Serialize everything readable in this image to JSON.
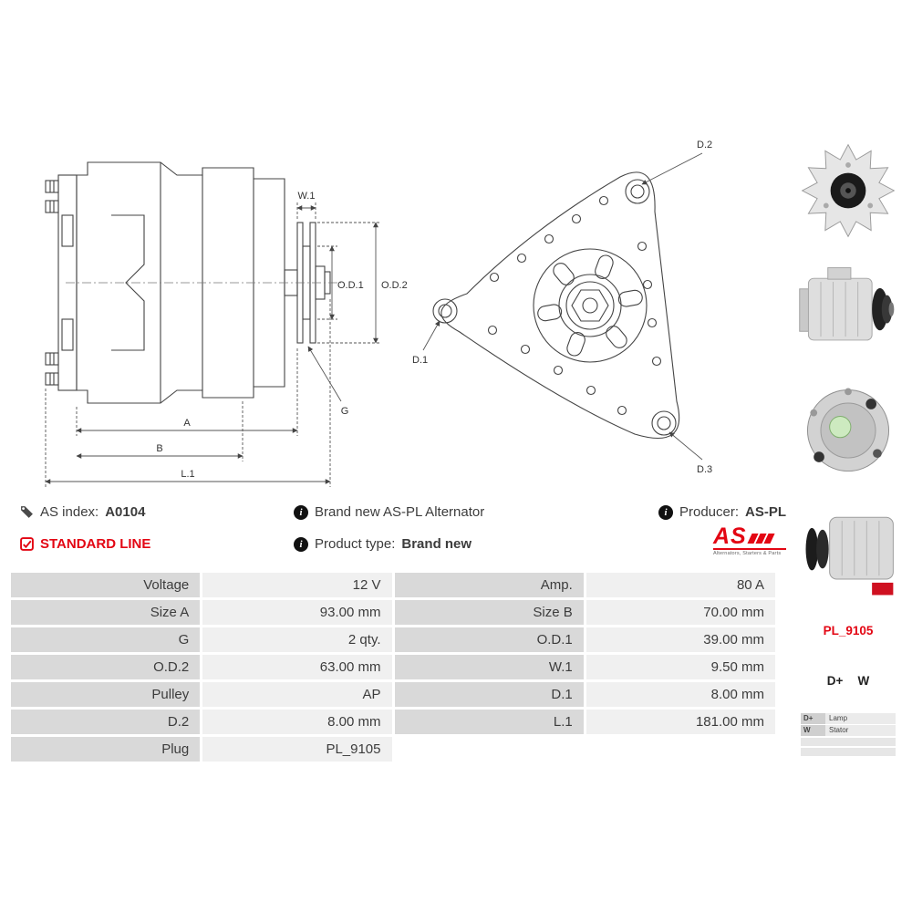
{
  "colors": {
    "accent_red": "#e30613"
  },
  "icons": {
    "info_glyph": "i"
  },
  "drawings": {
    "side": {
      "w1": "W.1",
      "od1": "O.D.1",
      "od2": "O.D.2",
      "g": "G",
      "a": "A",
      "b": "B",
      "l1": "L.1"
    },
    "front": {
      "d2": "D.2",
      "d1": "D.1",
      "d3": "D.3"
    }
  },
  "info": {
    "as_index_label": "AS index:",
    "as_index_value": "A0104",
    "standard_line": "STANDARD LINE",
    "brand_new_line": "Brand new AS-PL Alternator",
    "product_type_label": "Product type:",
    "product_type_value": "Brand new",
    "producer_label": "Producer:",
    "producer_value": "AS-PL"
  },
  "logo": {
    "name": "AS",
    "tagline": "Alternators, Starters & Parts"
  },
  "sidebar": {
    "plug_code": "PL_9105",
    "terminal_1": "D+",
    "terminal_2": "W",
    "legend": [
      {
        "key": "D+",
        "value": "Lamp"
      },
      {
        "key": "W",
        "value": "Stator"
      }
    ]
  },
  "spec_table": {
    "rows": [
      {
        "l1": "Voltage",
        "v1": "12 V",
        "l2": "Amp.",
        "v2": "80 A"
      },
      {
        "l1": "Size A",
        "v1": "93.00 mm",
        "l2": "Size B",
        "v2": "70.00 mm"
      },
      {
        "l1": "G",
        "v1": "2 qty.",
        "l2": "O.D.1",
        "v2": "39.00 mm"
      },
      {
        "l1": "O.D.2",
        "v1": "63.00 mm",
        "l2": "W.1",
        "v2": "9.50 mm"
      },
      {
        "l1": "Pulley",
        "v1": "AP",
        "l2": "D.1",
        "v2": "8.00 mm"
      },
      {
        "l1": "D.2",
        "v1": "8.00 mm",
        "l2": "L.1",
        "v2": "181.00 mm"
      },
      {
        "l1": "Plug",
        "v1": "PL_9105",
        "l2": "",
        "v2": ""
      }
    ]
  }
}
